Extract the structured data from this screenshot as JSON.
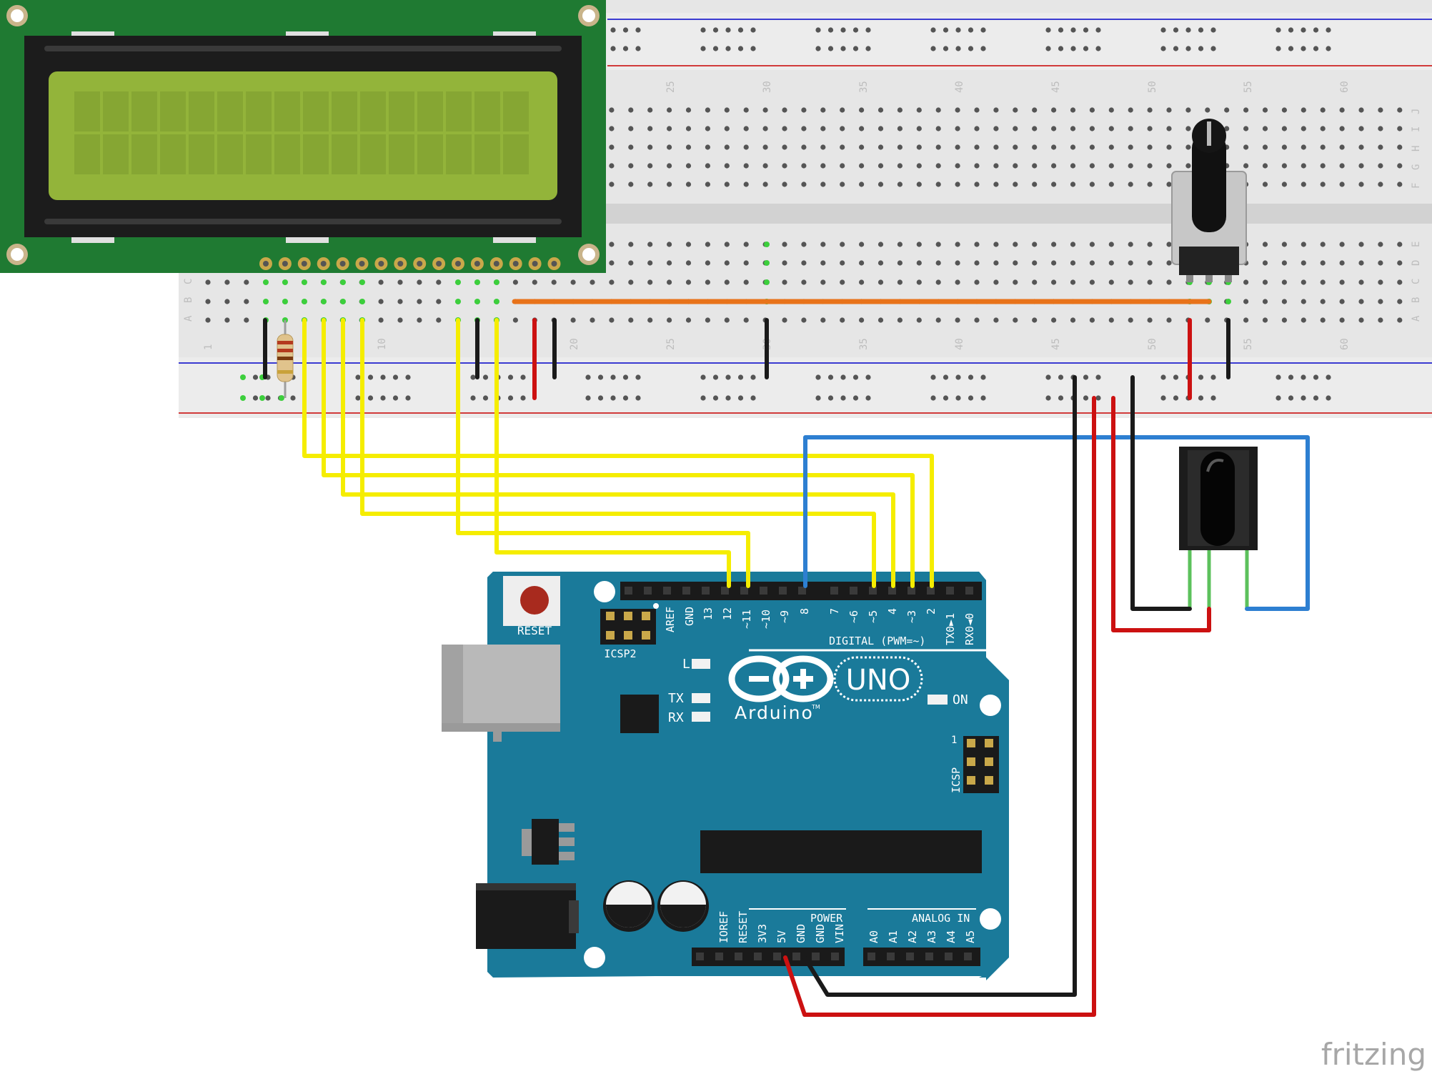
{
  "diagram": {
    "watermark": "fritzing",
    "breadboard": {
      "column_numbers": [
        "1",
        "10",
        "20",
        "25",
        "30",
        "35",
        "40",
        "45",
        "50",
        "55",
        "60"
      ],
      "row_letters": [
        "J",
        "I",
        "H",
        "G",
        "F",
        "E",
        "D",
        "C",
        "B",
        "A"
      ]
    },
    "arduino": {
      "reset_label": "RESET",
      "icsp2_label": "ICSP2",
      "icsp_label": "ICSP",
      "icsp_pin1": "1",
      "logo_text": "Arduino",
      "tm": "TM",
      "model": "UNO",
      "led_l": "L",
      "led_tx": "TX",
      "led_rx": "RX",
      "led_on": "ON",
      "digital_title": "DIGITAL (PWM=~)",
      "power_title": "POWER",
      "analog_title": "ANALOG IN",
      "digital_pins": [
        "AREF",
        "GND",
        "13",
        "12",
        "~11",
        "~10",
        "~9",
        "8",
        "7",
        "~6",
        "~5",
        "4",
        "~3",
        "2",
        "TX0►1",
        "RX0◄0"
      ],
      "power_pins": [
        "IOREF",
        "RESET",
        "3V3",
        "5V",
        "GND",
        "GND",
        "VIN"
      ],
      "analog_pins": [
        "A0",
        "A1",
        "A2",
        "A3",
        "A4",
        "A5"
      ]
    },
    "colors": {
      "wire_yellow": "#f5ed00",
      "wire_blue": "#2d7fd1",
      "wire_red": "#cc1111",
      "wire_black": "#1a1a1a",
      "wire_orange": "#e8731a",
      "board_teal": "#1a7a9a",
      "lcd_pcb": "#1f7a32",
      "lcd_screen": "#93b43a"
    }
  }
}
